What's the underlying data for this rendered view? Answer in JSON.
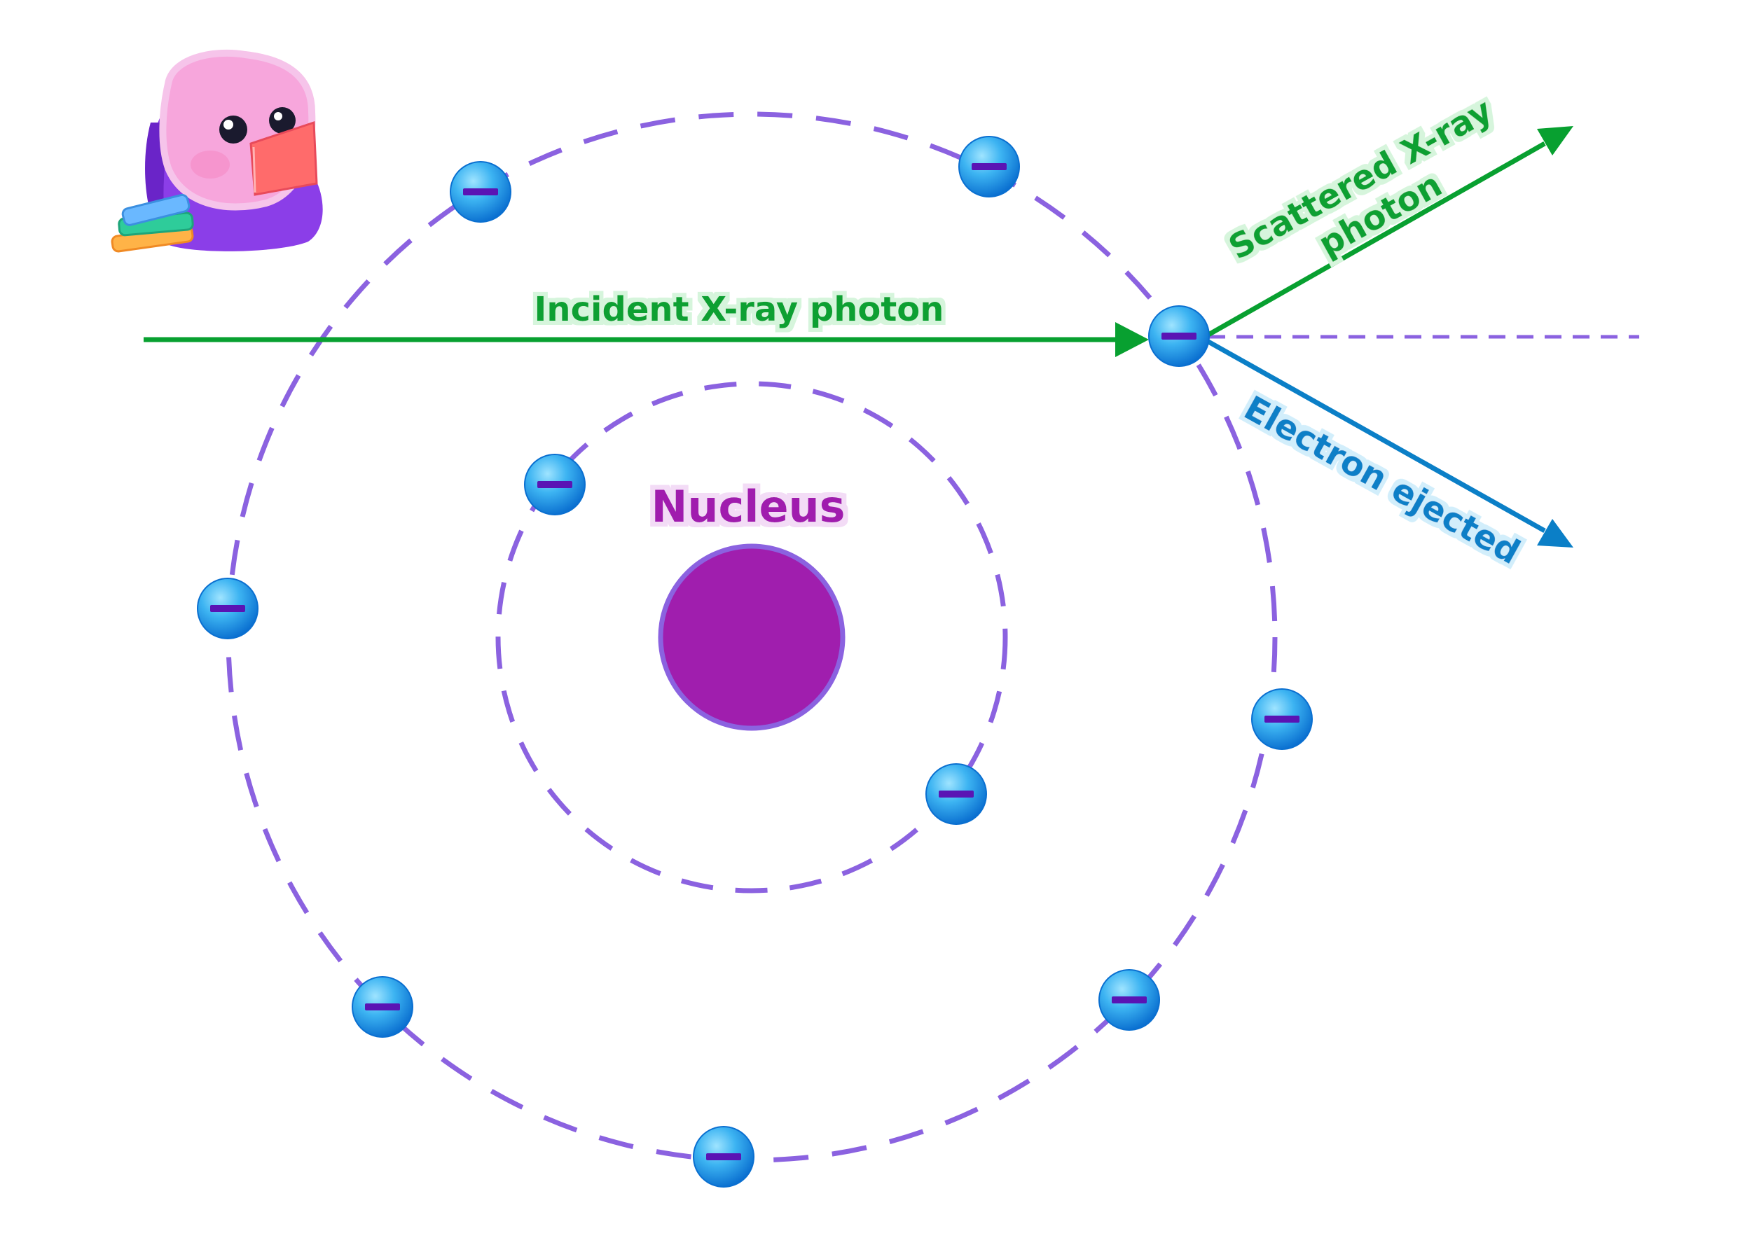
{
  "colors": {
    "orbit": "#8b62e0",
    "nucleus_fill": "#a01eae",
    "nucleus_stroke": "#8b62e0",
    "electron_light": "#6fd0ff",
    "electron_dark": "#0a78d8",
    "electron_sign": "#5a14b4",
    "incident": "#08a030",
    "scattered": "#08a030",
    "ejected": "#0b7fc7",
    "guide_line": "#8b62e0",
    "label_glow_green": "#d6f5dc",
    "label_glow_blue": "#d2eefb",
    "label_glow_purple": "#f3dcf6"
  },
  "labels": {
    "nucleus": "Nucleus",
    "incident": "Incident X-ray photon",
    "scattered_line1": "Scattered X-ray",
    "scattered_line2": "photon",
    "ejected": "Electron ejected"
  },
  "electron_sign": "–",
  "mascot": {
    "icon": "reading-mascot-icon"
  }
}
